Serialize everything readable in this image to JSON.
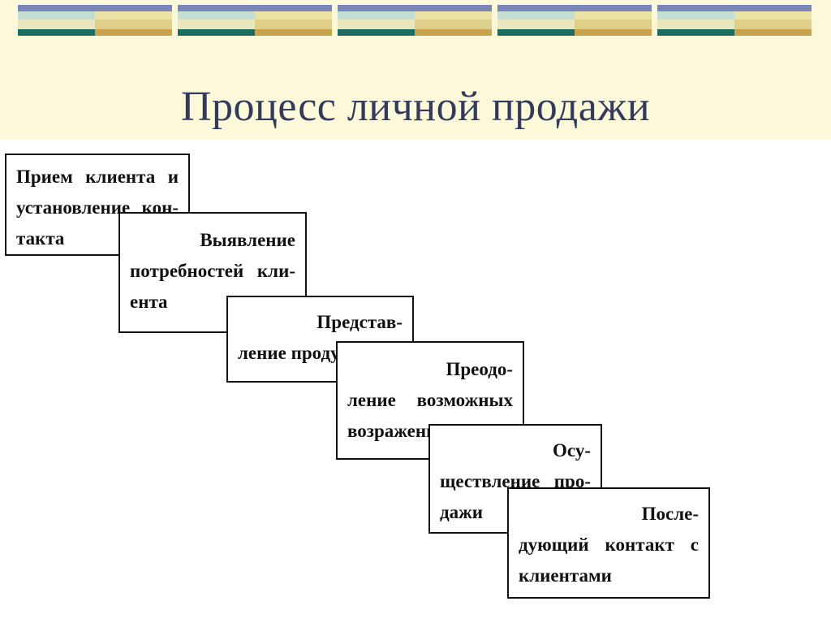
{
  "title": "Процесс личной продажи",
  "steps": [
    {
      "lines": [
        "Прием клиента и",
        "установление кон-",
        "такта"
      ]
    },
    {
      "lines": [
        "Выявление",
        "потребностей кли-",
        "ента"
      ]
    },
    {
      "lines": [
        "Представ-",
        "ление продукта"
      ]
    },
    {
      "lines": [
        "Преодо-",
        "ление возможных",
        "возражений"
      ]
    },
    {
      "lines": [
        "Осу-",
        "ществление про-",
        "дажи"
      ]
    },
    {
      "lines": [
        "После-",
        "дующий контакт с",
        "клиентами"
      ]
    }
  ],
  "colors": {
    "header_bg": "#fbf9d9",
    "title_color": "#333a5c",
    "banner_blue": "#7b86b8",
    "banner_teal": "#1e6b61",
    "banner_gold": "#c9a24c"
  }
}
